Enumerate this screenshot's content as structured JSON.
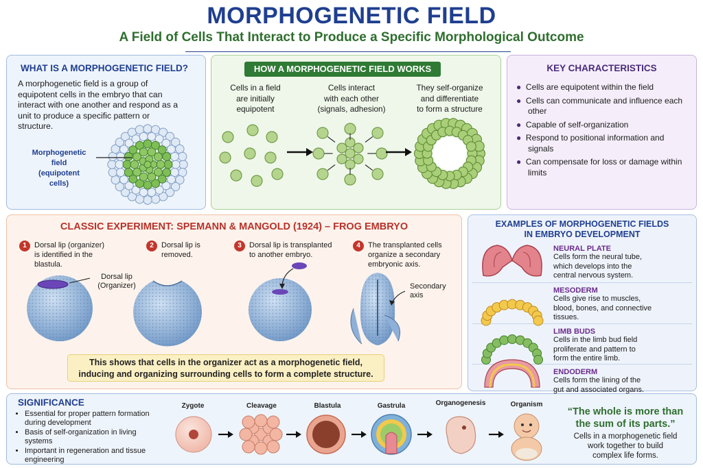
{
  "header": {
    "title": "MORPHOGENETIC FIELD",
    "subtitle": "A Field of Cells That Interact to Produce a Specific Morphological Outcome"
  },
  "what": {
    "heading": "WHAT IS A MORPHOGENETIC FIELD?",
    "body": "A morphogenetic field is a group of equipotent cells in the embryo that can interact with one another and respond as a unit to produce a specific pattern or structure.",
    "label_line1": "Morphogenetic",
    "label_line2": "field",
    "label_line3": "(equipotent",
    "label_line4": "cells)"
  },
  "how": {
    "heading": "HOW A MORPHOGENETIC FIELD WORKS",
    "col1": [
      "Cells in a field",
      "are initially",
      "equipotent"
    ],
    "col2": [
      "Cells interact",
      "with each other",
      "(signals, adhesion)"
    ],
    "col3": [
      "They self-organize",
      "and differentiate",
      "to form a structure"
    ]
  },
  "key": {
    "heading": "KEY CHARACTERISTICS",
    "items": [
      "Cells are equipotent within the field",
      "Cells can communicate and influence each other",
      "Capable of self-organization",
      "Respond to positional information and signals",
      "Can compensate for loss or damage within limits"
    ]
  },
  "experiment": {
    "heading": "CLASSIC EXPERIMENT: SPEMANN & MANGOLD (1924) – FROG EMBRYO",
    "steps": [
      {
        "num": "1",
        "text_l1": "Dorsal lip (organizer)",
        "text_l2": "is identified in the",
        "text_l3": "blastula."
      },
      {
        "num": "2",
        "text_l1": "Dorsal lip is",
        "text_l2": "removed.",
        "text_l3": ""
      },
      {
        "num": "3",
        "text_l1": "Dorsal lip is transplanted",
        "text_l2": "to another embryo.",
        "text_l3": ""
      },
      {
        "num": "4",
        "text_l1": "The transplanted cells",
        "text_l2": "organize a secondary",
        "text_l3": "embryonic axis."
      }
    ],
    "dorsal_label_l1": "Dorsal lip",
    "dorsal_label_l2": "(Organizer)",
    "axis_label_l1": "Secondary",
    "axis_label_l2": "axis",
    "note_l1": "This shows that cells in the organizer act as a morphogenetic field,",
    "note_l2": "inducing and organizing surrounding cells to form a complete structure."
  },
  "examples": {
    "heading_l1": "EXAMPLES OF MORPHOGENETIC FIELDS",
    "heading_l2": "IN EMBRYO DEVELOPMENT",
    "items": [
      {
        "name": "NEURAL PLATE",
        "l1": "Cells form the neural tube,",
        "l2": "which develops into the",
        "l3": "central nervous system."
      },
      {
        "name": "MESODERM",
        "l1": "Cells give rise to muscles,",
        "l2": "blood, bones, and connective",
        "l3": "tissues."
      },
      {
        "name": "LIMB BUDS",
        "l1": "Cells in the limb bud field",
        "l2": "proliferate and pattern to",
        "l3": "form the entire limb."
      },
      {
        "name": "ENDODERM",
        "l1": "Cells form the lining of the",
        "l2": "gut and associated organs.",
        "l3": ""
      }
    ]
  },
  "significance": {
    "heading": "SIGNIFICANCE",
    "items": [
      "Essential for proper pattern formation during development",
      "Basis of self-organization in living systems",
      "Important in regeneration and tissue engineering"
    ],
    "stages": [
      "Zygote",
      "Cleavage",
      "Blastula",
      "Gastrula",
      "Organogenesis",
      "Organism"
    ],
    "quote_l1": "“The whole is more than",
    "quote_l2": "the sum of its parts.”",
    "tail_l1": "Cells in a morphogenetic field",
    "tail_l2": "work together to build",
    "tail_l3": "complex life forms."
  },
  "colors": {
    "title": "#1f3f8f",
    "subtitle": "#2f6e2f",
    "accent_red": "#c2372c",
    "cell_green": "#a6cc7c"
  }
}
